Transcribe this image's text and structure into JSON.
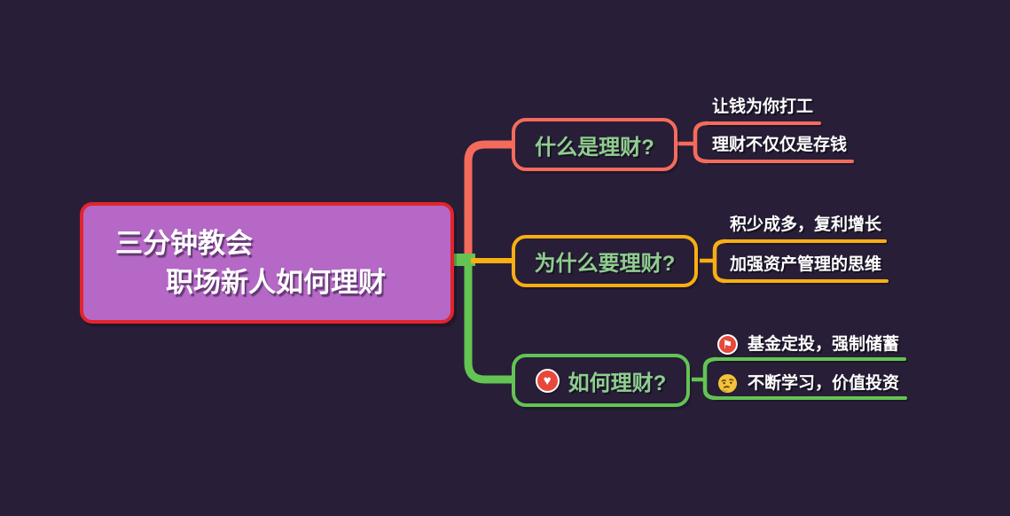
{
  "colors": {
    "background": "#281E38",
    "root_fill": "#B568C5",
    "root_border": "#E2242B",
    "root_text": "#FFFFFF",
    "topic_text": "#8FCE8F",
    "leaf_text": "#FFFFFF",
    "coral": "#F56B5B",
    "amber": "#F9AE12",
    "green": "#63C453",
    "icon_red": "#E8483B",
    "icon_face_yellow": "#F2C239"
  },
  "root": {
    "title_line1": "三分钟教会",
    "title_line2": "职场新人如何理财"
  },
  "branches": [
    {
      "label": "什么是理财?",
      "children": [
        {
          "text": "让钱为你打工"
        },
        {
          "text": "理财不仅仅是存钱"
        }
      ]
    },
    {
      "label": "为什么要理财?",
      "children": [
        {
          "text": "积少成多，复利增长"
        },
        {
          "text": "加强资产管理的思维"
        }
      ]
    },
    {
      "label": "如何理财?",
      "marker": "heart-icon",
      "marker_glyph": "♥",
      "children": [
        {
          "text": "基金定投，强制储蓄",
          "marker": "flag-icon",
          "marker_glyph": "⚑"
        },
        {
          "text": "不断学习，价值投资",
          "marker": "thinking-face-icon"
        }
      ]
    }
  ]
}
